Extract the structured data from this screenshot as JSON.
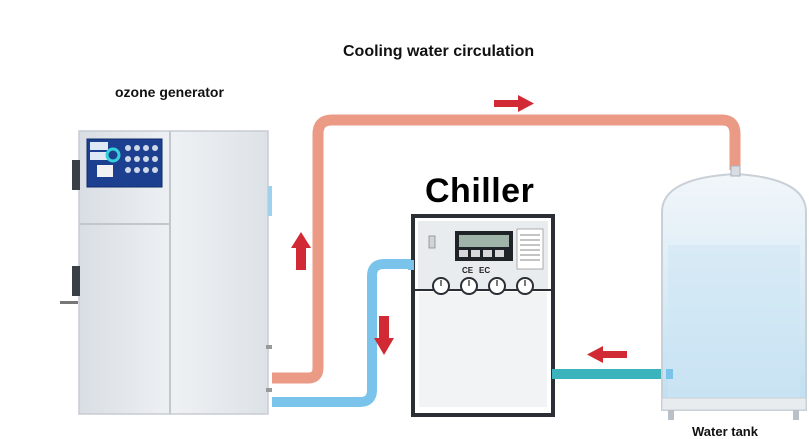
{
  "diagram": {
    "title": "Cooling water circulation",
    "ozone_generator_label": "ozone generator",
    "chiller_label": "Chiller",
    "water_tank_label": "Water  tank",
    "chiller_badges": [
      "CE",
      "EC"
    ]
  },
  "colors": {
    "hot_pipe": "#eb9a86",
    "cold_pipe": "#7ac4ec",
    "teal_pipe": "#3bb3bd",
    "flow_arrow": "#d22a35",
    "cabinet": "#e8ecf0",
    "cabinet_edge": "#c7ccd3",
    "panel_blue": "#1c3f8f",
    "tank_water": "#cde6f4"
  }
}
